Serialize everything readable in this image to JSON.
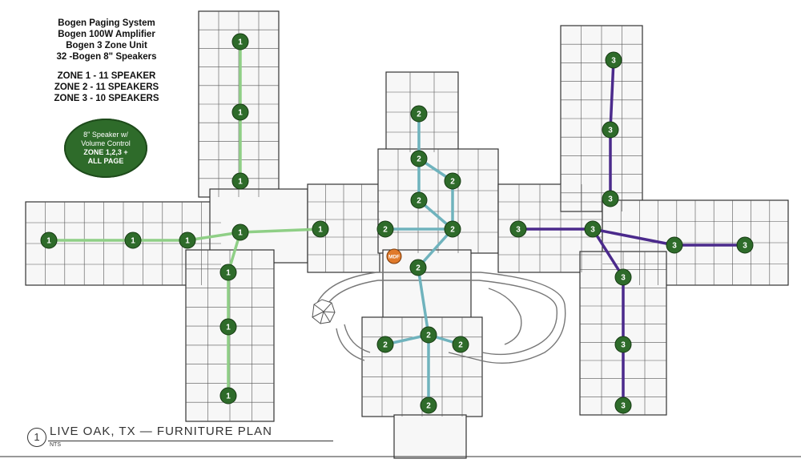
{
  "notes": {
    "line1": "Bogen Paging System",
    "line2": "Bogen 100W Amplifier",
    "line3": "Bogen 3 Zone Unit",
    "line4": "32 -Bogen 8\" Speakers",
    "zone1": "ZONE 1 - 11 SPEAKER",
    "zone2": "ZONE 2 - 11 SPEAKERS",
    "zone3": "ZONE 3 - 10 SPEAKERS"
  },
  "legend": {
    "line1": "8\" Speaker w/",
    "line2": "Volume Control",
    "line3": "ZONE 1,2,3 +",
    "line4": "ALL PAGE"
  },
  "mdf_label": "MDF",
  "title_block": {
    "number": "1",
    "title": "LIVE OAK, TX — FURNITURE PLAN",
    "scale": "NTS"
  },
  "colors": {
    "zone1": "#8fcf86",
    "zone2": "#6fb3bd",
    "zone3": "#4b2a8c",
    "speaker": "#2e6b2a",
    "mdf": "#e07a2b"
  },
  "speakers": [
    {
      "zone": "1"
    },
    {
      "zone": "1"
    },
    {
      "zone": "1"
    },
    {
      "zone": "1"
    },
    {
      "zone": "1"
    },
    {
      "zone": "1"
    },
    {
      "zone": "1"
    },
    {
      "zone": "1"
    },
    {
      "zone": "1"
    },
    {
      "zone": "1"
    },
    {
      "zone": "1"
    },
    {
      "zone": "2"
    },
    {
      "zone": "2"
    },
    {
      "zone": "2"
    },
    {
      "zone": "2"
    },
    {
      "zone": "2"
    },
    {
      "zone": "2"
    },
    {
      "zone": "2"
    },
    {
      "zone": "2"
    },
    {
      "zone": "2"
    },
    {
      "zone": "2"
    },
    {
      "zone": "2"
    },
    {
      "zone": "3"
    },
    {
      "zone": "3"
    },
    {
      "zone": "3"
    },
    {
      "zone": "3"
    },
    {
      "zone": "3"
    },
    {
      "zone": "3"
    },
    {
      "zone": "3"
    },
    {
      "zone": "3"
    },
    {
      "zone": "3"
    },
    {
      "zone": "3"
    }
  ]
}
